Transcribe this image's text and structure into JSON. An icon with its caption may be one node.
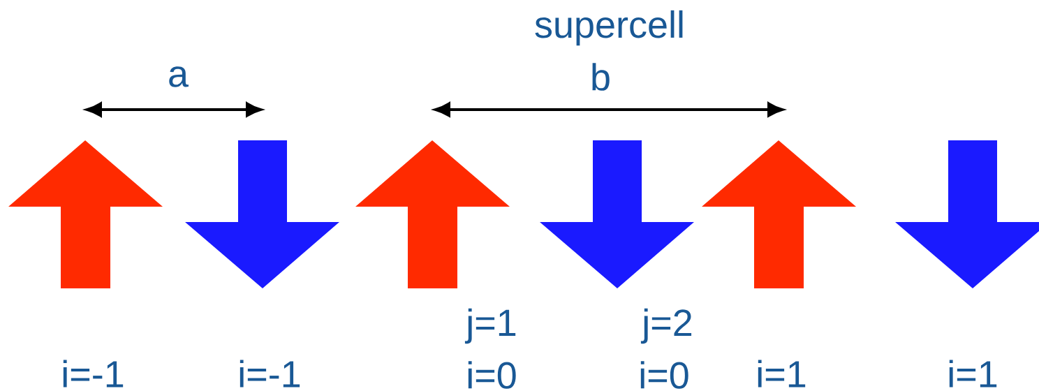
{
  "diagram": {
    "labels": [
      "supercell",
      "a",
      "b",
      "j=1",
      "j=2",
      "i=-1",
      "i=-1",
      "i=0",
      "i=0",
      "i=1",
      "i=1"
    ]
  }
}
